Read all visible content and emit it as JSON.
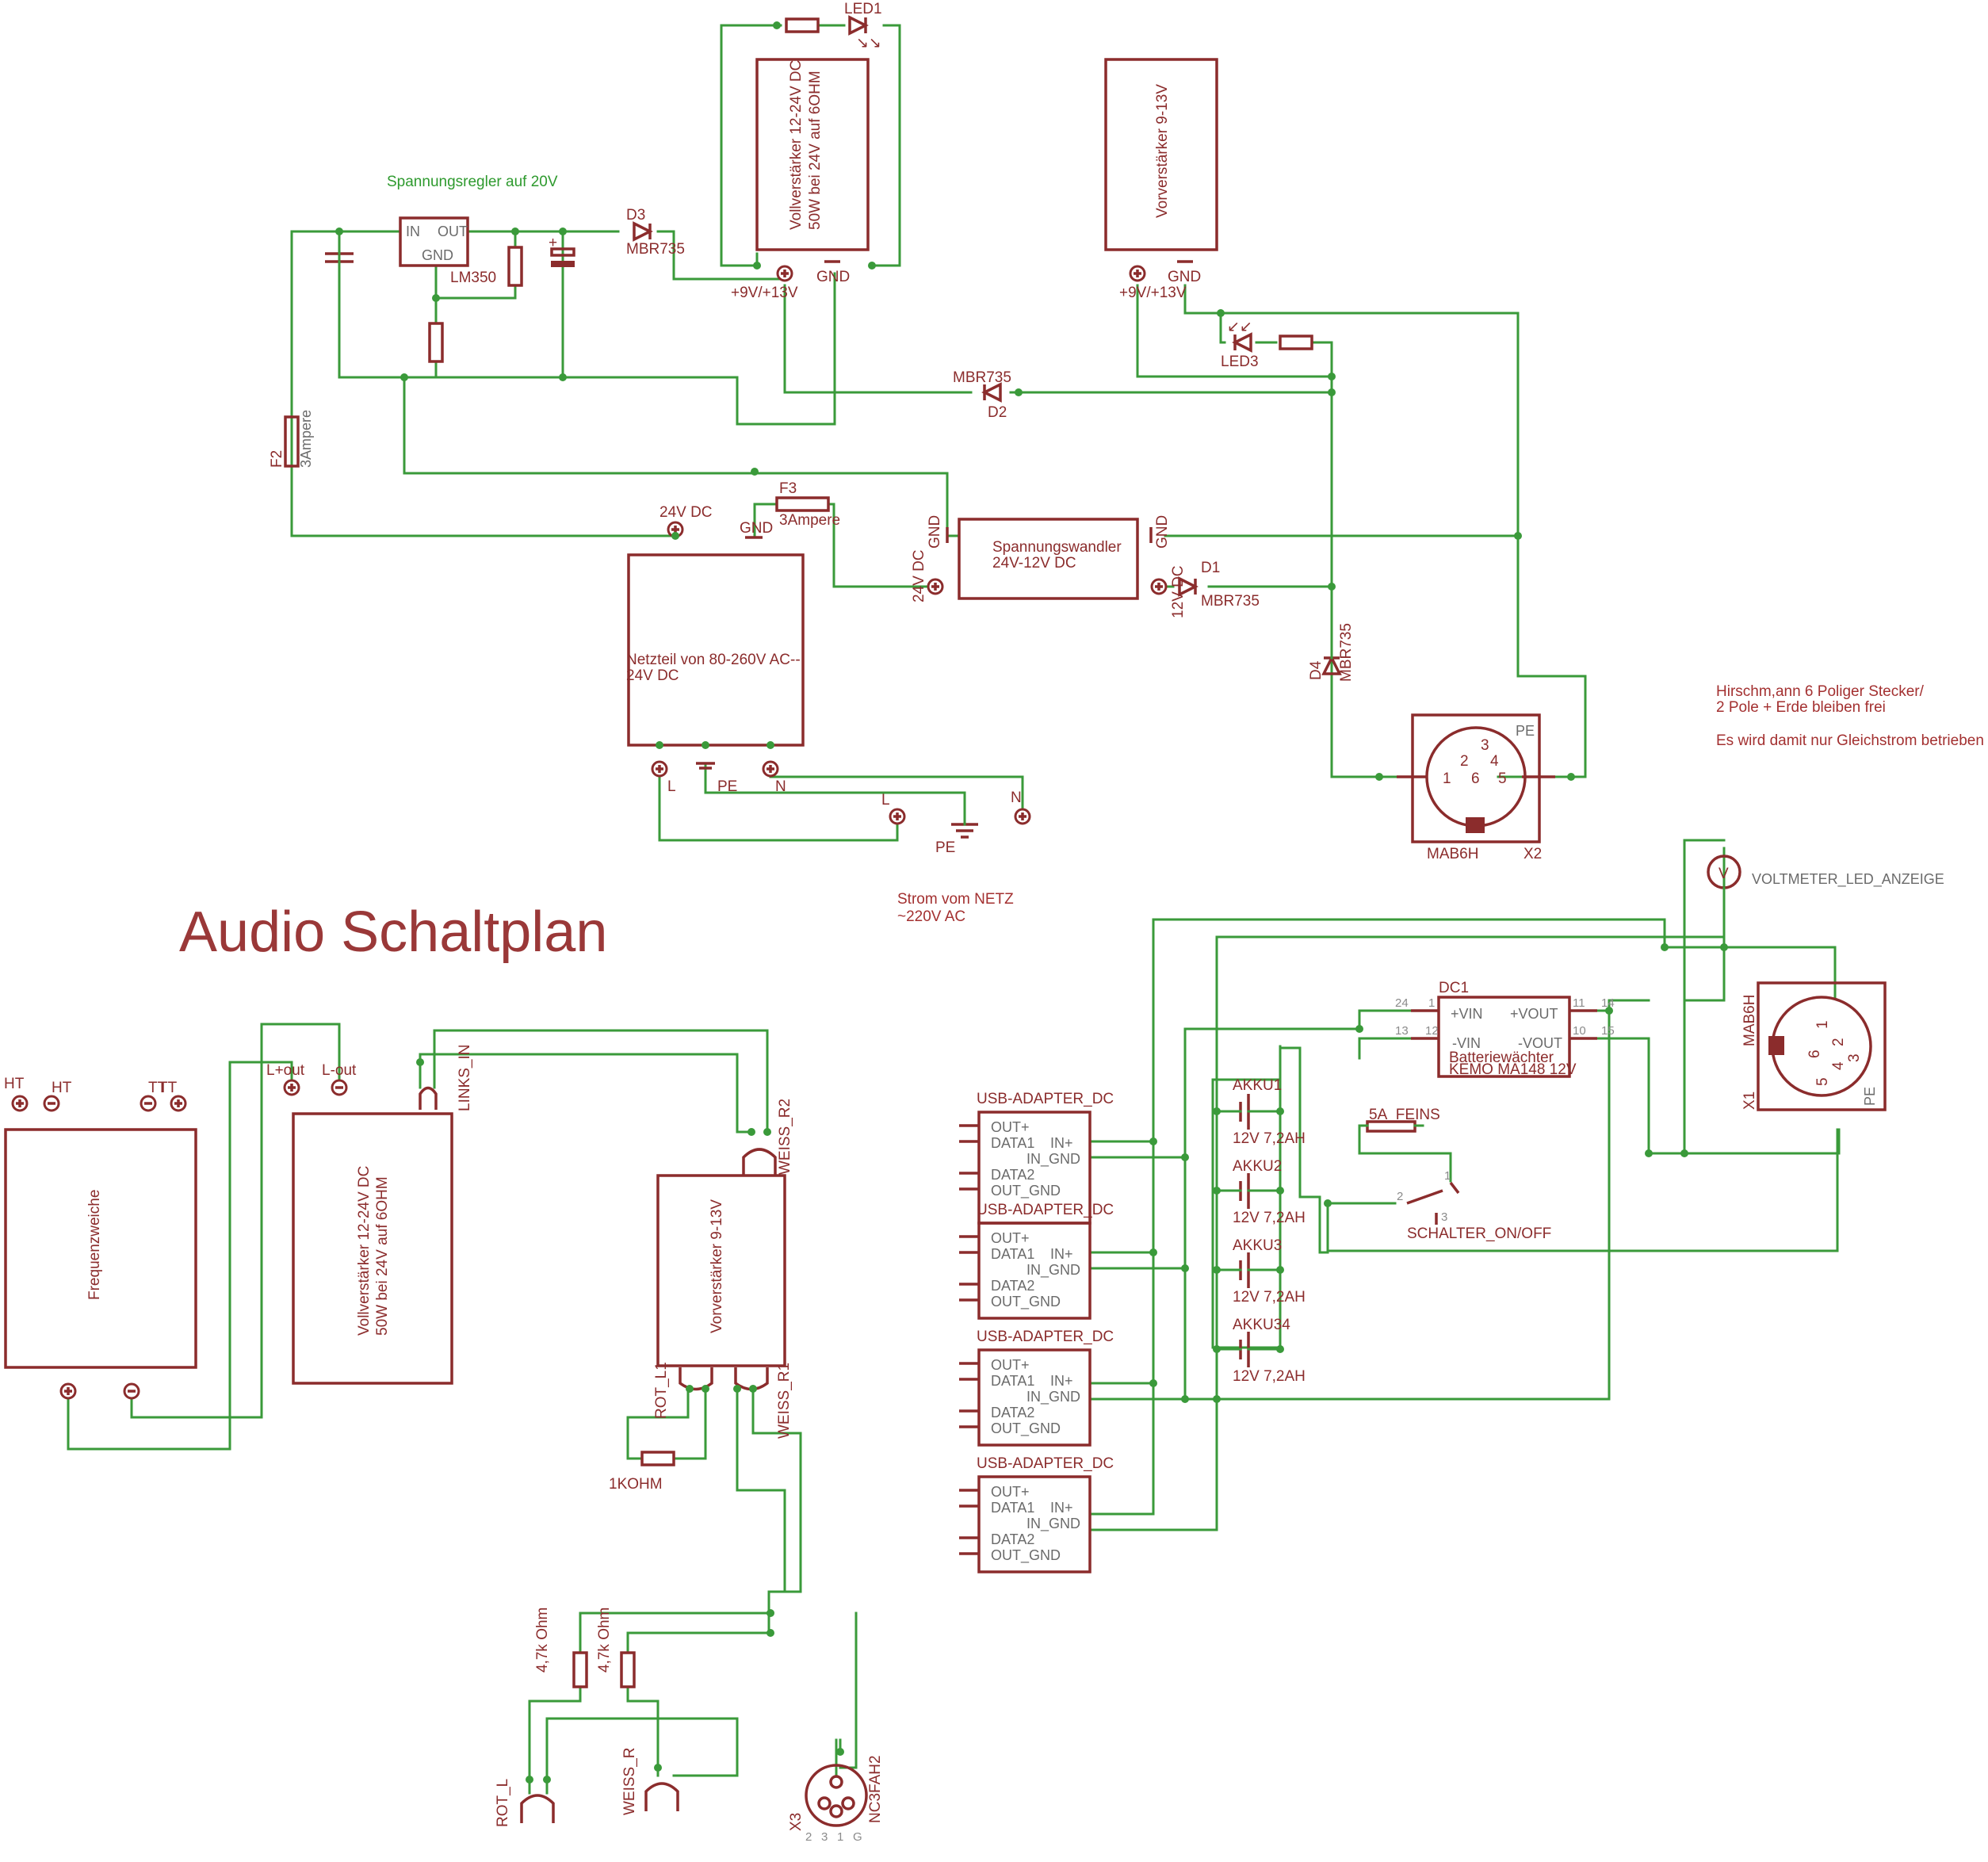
{
  "title": "Audio Schaltplan",
  "colors": {
    "wire": "#3a9a3a",
    "symbol": "#8b2c2c",
    "note": "#a33030",
    "background": "#ffffff"
  },
  "power": {
    "regulator_title": "Spannungsregler auf 20V",
    "regulator_part": "LM350",
    "reg_in": "IN",
    "reg_out": "OUT",
    "reg_gnd": "GND",
    "d3": "D3",
    "d3_part": "MBR735",
    "d2": "D2",
    "d2_part": "MBR735",
    "d1": "D1",
    "d1_part": "MBR735",
    "d4": "D4",
    "d4_part": "MBR735",
    "led1": "LED1",
    "led3": "LED3",
    "amp_top_line1": "Vollverstärker 12-24V DC",
    "amp_top_line2": "50W bei 24V auf 6OHM",
    "amp_top_plus": "+9V/+13V",
    "amp_top_gnd": "GND",
    "pre_top": "Vorverstärker 9-13V",
    "pre_top_plus": "+9V/+13V",
    "pre_top_gnd": "GND",
    "f2": "F2",
    "f2_val": "3Ampere",
    "f3": "F3",
    "f3_val": "3Ampere",
    "psu_24v": "24V DC",
    "psu_gnd": "GND",
    "psu_text_line1": "Netzteil von 80-260V AC--",
    "psu_text_line2": "24V DC",
    "conv_line1": "Spannungswandler",
    "conv_line2": "24V-12V DC",
    "conv_in_24v": "24V DC",
    "conv_in_gnd": "GND",
    "conv_out_gnd": "GND",
    "conv_out_12v": "12V DC",
    "mains_l": "L",
    "mains_pe": "PE",
    "mains_n": "N",
    "mains_l2": "L",
    "mains_pe2": "PE",
    "mains_n2": "N",
    "mains_note_line1": "Strom vom NETZ",
    "mains_note_line2": "~220V AC"
  },
  "connector_x2": {
    "name": "X2",
    "part": "MAB6H",
    "pe": "PE",
    "pins": [
      "1",
      "2",
      "3",
      "4",
      "5",
      "6"
    ],
    "note_line1": "Hirschm,ann 6 Poliger Stecker/",
    "note_line2": "2 Pole + Erde bleiben frei",
    "note_line3": "Es wird damit nur Gleichstrom betrieben"
  },
  "audio": {
    "ht_plus": "HT",
    "ht_minus": "HT",
    "tt_minus": "TT",
    "tt_plus": "TT",
    "crossover": "Frequenzweiche",
    "amp_line1": "Vollverstärker 12-24V DC",
    "amp_line2": "50W bei 24V auf 6OHM",
    "l_plus_out": "L+out",
    "l_out": "L-out",
    "links_in": "LINKS_IN",
    "pre": "Vorverstärker 9-13V",
    "weiss_r2": "WEISS_R2",
    "rot_l1": "ROT_L1",
    "weiss_r1": "WEISS_R1",
    "r_1k": "1KOHM",
    "r_47k_a": "4,7k Ohm",
    "r_47k_b": "4,7k Ohm",
    "rot_l": "ROT_L",
    "weiss_r": "WEISS_R",
    "x3": "X3",
    "x3_part": "NC3FAH2",
    "x3_pins": [
      "2",
      "3",
      "1",
      "G"
    ]
  },
  "battery": {
    "usb_title": "USB-ADAPTER_DC",
    "usb_pins": [
      "OUT+",
      "DATA1",
      "DATA2",
      "OUT_GND"
    ],
    "usb_in_plus": "IN+",
    "usb_in_gnd": "IN_GND",
    "akkus": [
      "AKKU1",
      "AKKU2",
      "AKKU3",
      "AKKU34"
    ],
    "akku_val": "12V 7,2AH",
    "dc1": "DC1",
    "dc1_vin_p": "+VIN",
    "dc1_vout_p": "+VOUT",
    "dc1_vin_m": "-VIN",
    "dc1_vout_m": "-VOUT",
    "dc1_text1": "Batteriewächter",
    "dc1_text2": "KEMO MA148  12V",
    "dc1_pins": [
      "24",
      "1",
      "13",
      "12",
      "11",
      "14",
      "10",
      "15"
    ],
    "fuse": "5A_FEINS",
    "switch": "SCHALTER_ON/OFF",
    "switch_pins": [
      "1",
      "2",
      "3"
    ],
    "voltmeter": "VOLTMETER_LED_ANZEIGE",
    "voltmeter_symbol": "V",
    "x1": "X1",
    "x1_part": "MAB6H",
    "x1_pe": "PE",
    "x1_pins": [
      "1",
      "2",
      "3",
      "4",
      "5",
      "6"
    ]
  }
}
